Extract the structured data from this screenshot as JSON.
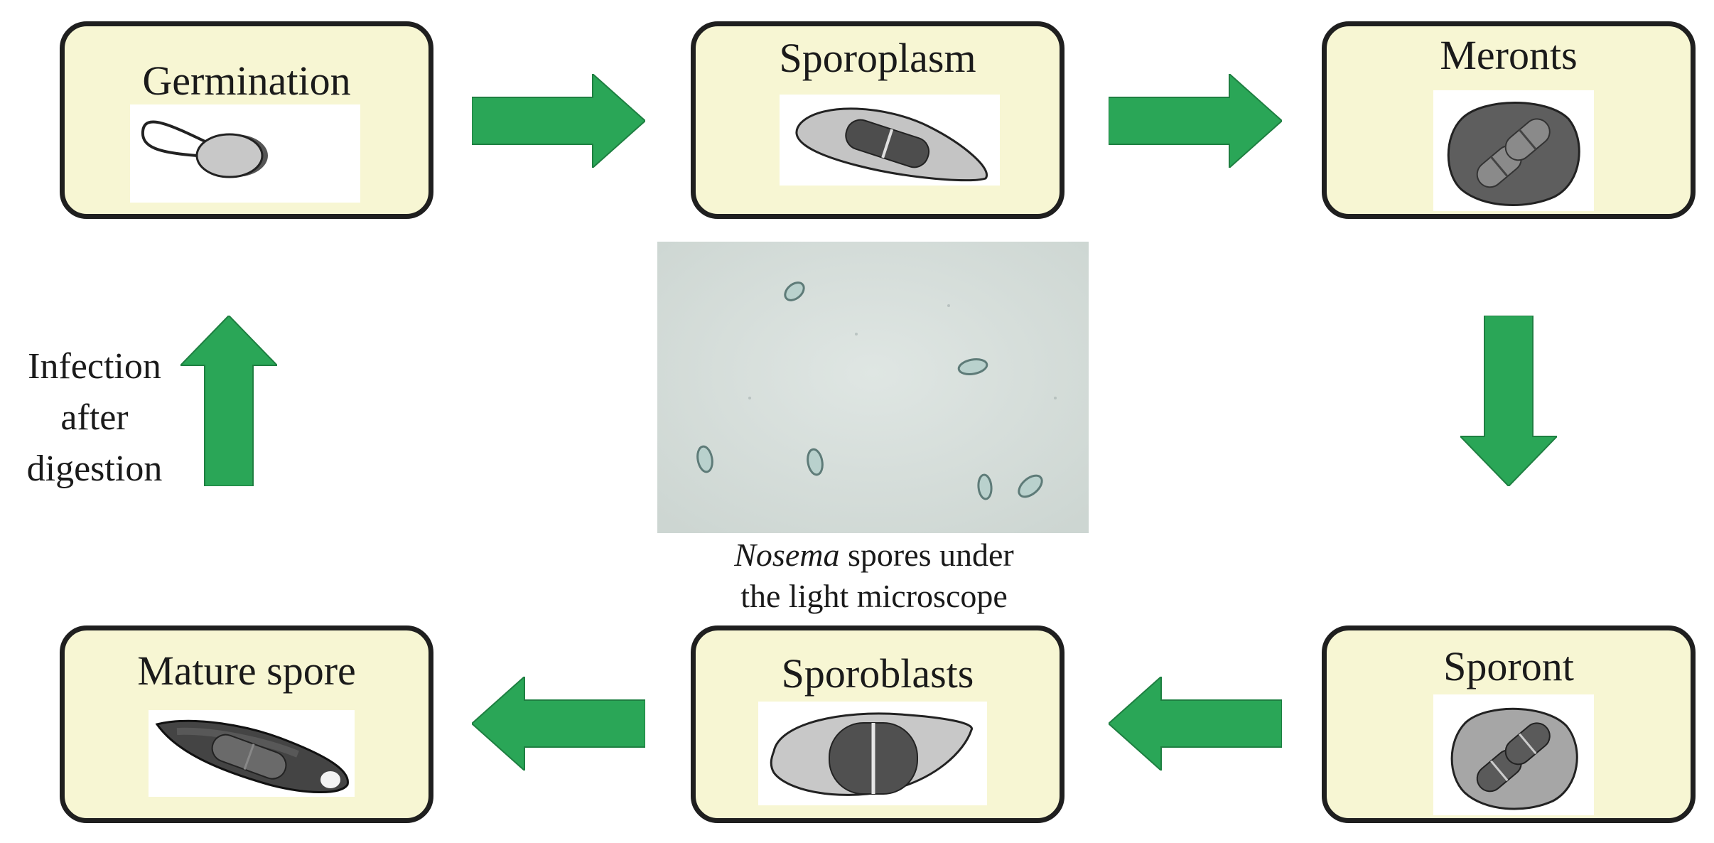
{
  "stages": {
    "germination": {
      "title": "Germination",
      "icon": "germinating-spore-illustration"
    },
    "sporoplasm": {
      "title": "Sporoplasm",
      "icon": "sporoplasm-illustration"
    },
    "meronts": {
      "title": "Meronts",
      "icon": "meronts-illustration"
    },
    "sporont": {
      "title": "Sporont",
      "icon": "sporont-illustration"
    },
    "sporoblasts": {
      "title": "Sporoblasts",
      "icon": "sporoblasts-illustration"
    },
    "mature_spore": {
      "title": "Mature spore",
      "icon": "mature-spore-illustration"
    }
  },
  "infection_label": [
    "Infection",
    "after",
    "digestion"
  ],
  "micrograph": {
    "caption_italic": "Nosema",
    "caption_rest_line1": " spores under",
    "caption_line2": "the light microscope"
  },
  "colors": {
    "box_fill": "#f7f6d3",
    "box_border": "#1f1f1f",
    "arrow": "#2aa657",
    "arrow_edge": "#1e7f41",
    "micrograph_bg": "#d6dedb"
  }
}
